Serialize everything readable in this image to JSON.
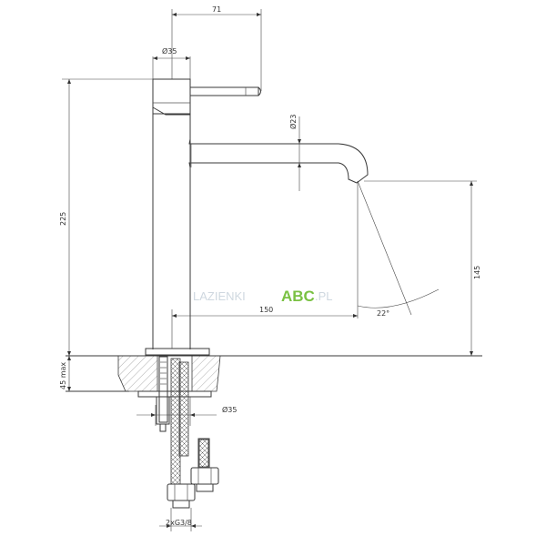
{
  "dimensions": {
    "handle_reach": "71",
    "body_diameter": "Ø35",
    "spout_diameter": "Ø23",
    "total_height": "225",
    "outlet_height": "145",
    "spout_reach": "150",
    "flow_angle": "22°",
    "max_deck_thickness": "45 max",
    "base_diameter": "Ø35",
    "connections": "2xG3/8"
  },
  "watermark": {
    "prefix": "LAZIENKI",
    "brand": "ABC",
    "suffix": ".PL"
  },
  "colors": {
    "line": "#3a3a3a",
    "watermark_green": "#7ac143",
    "watermark_gray": "#cfd8e0"
  }
}
